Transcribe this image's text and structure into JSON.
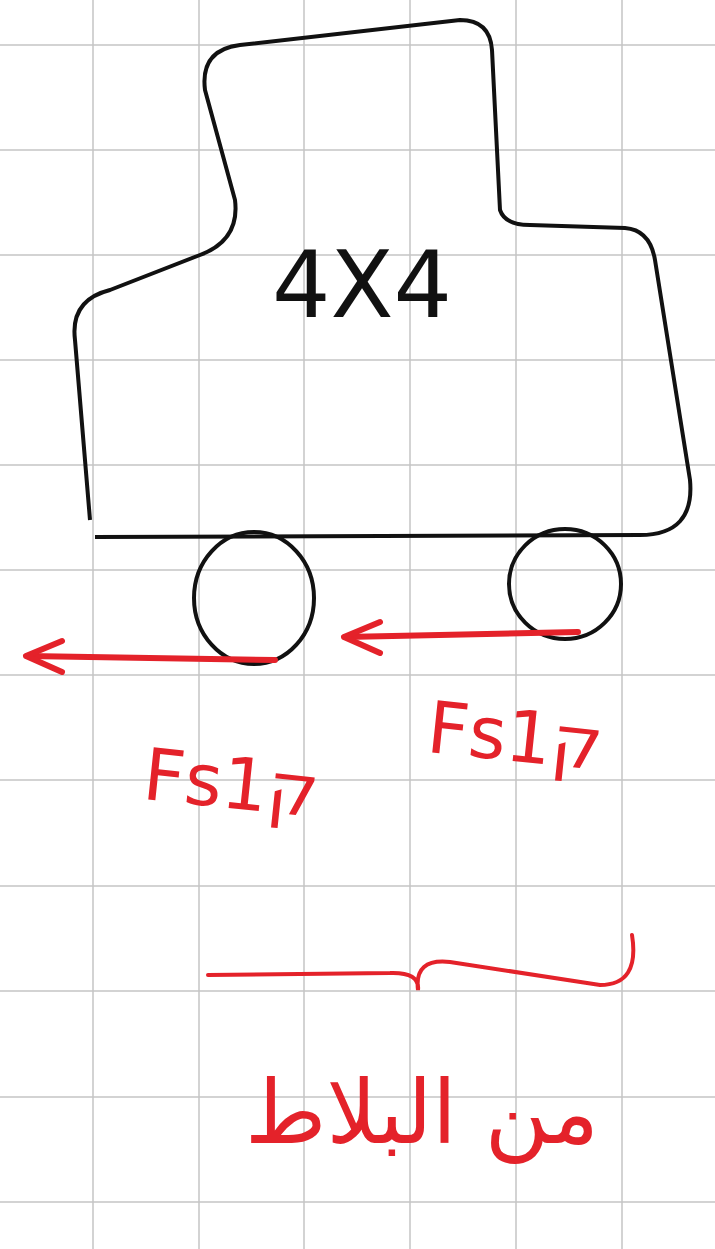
{
  "diagram": {
    "nodes": [
      {
        "text": [
          "4X4"
        ]
      }
    ],
    "labels": [
      "Fs1ק",
      "Fs1ק",
      "من البلاط"
    ]
  }
}
